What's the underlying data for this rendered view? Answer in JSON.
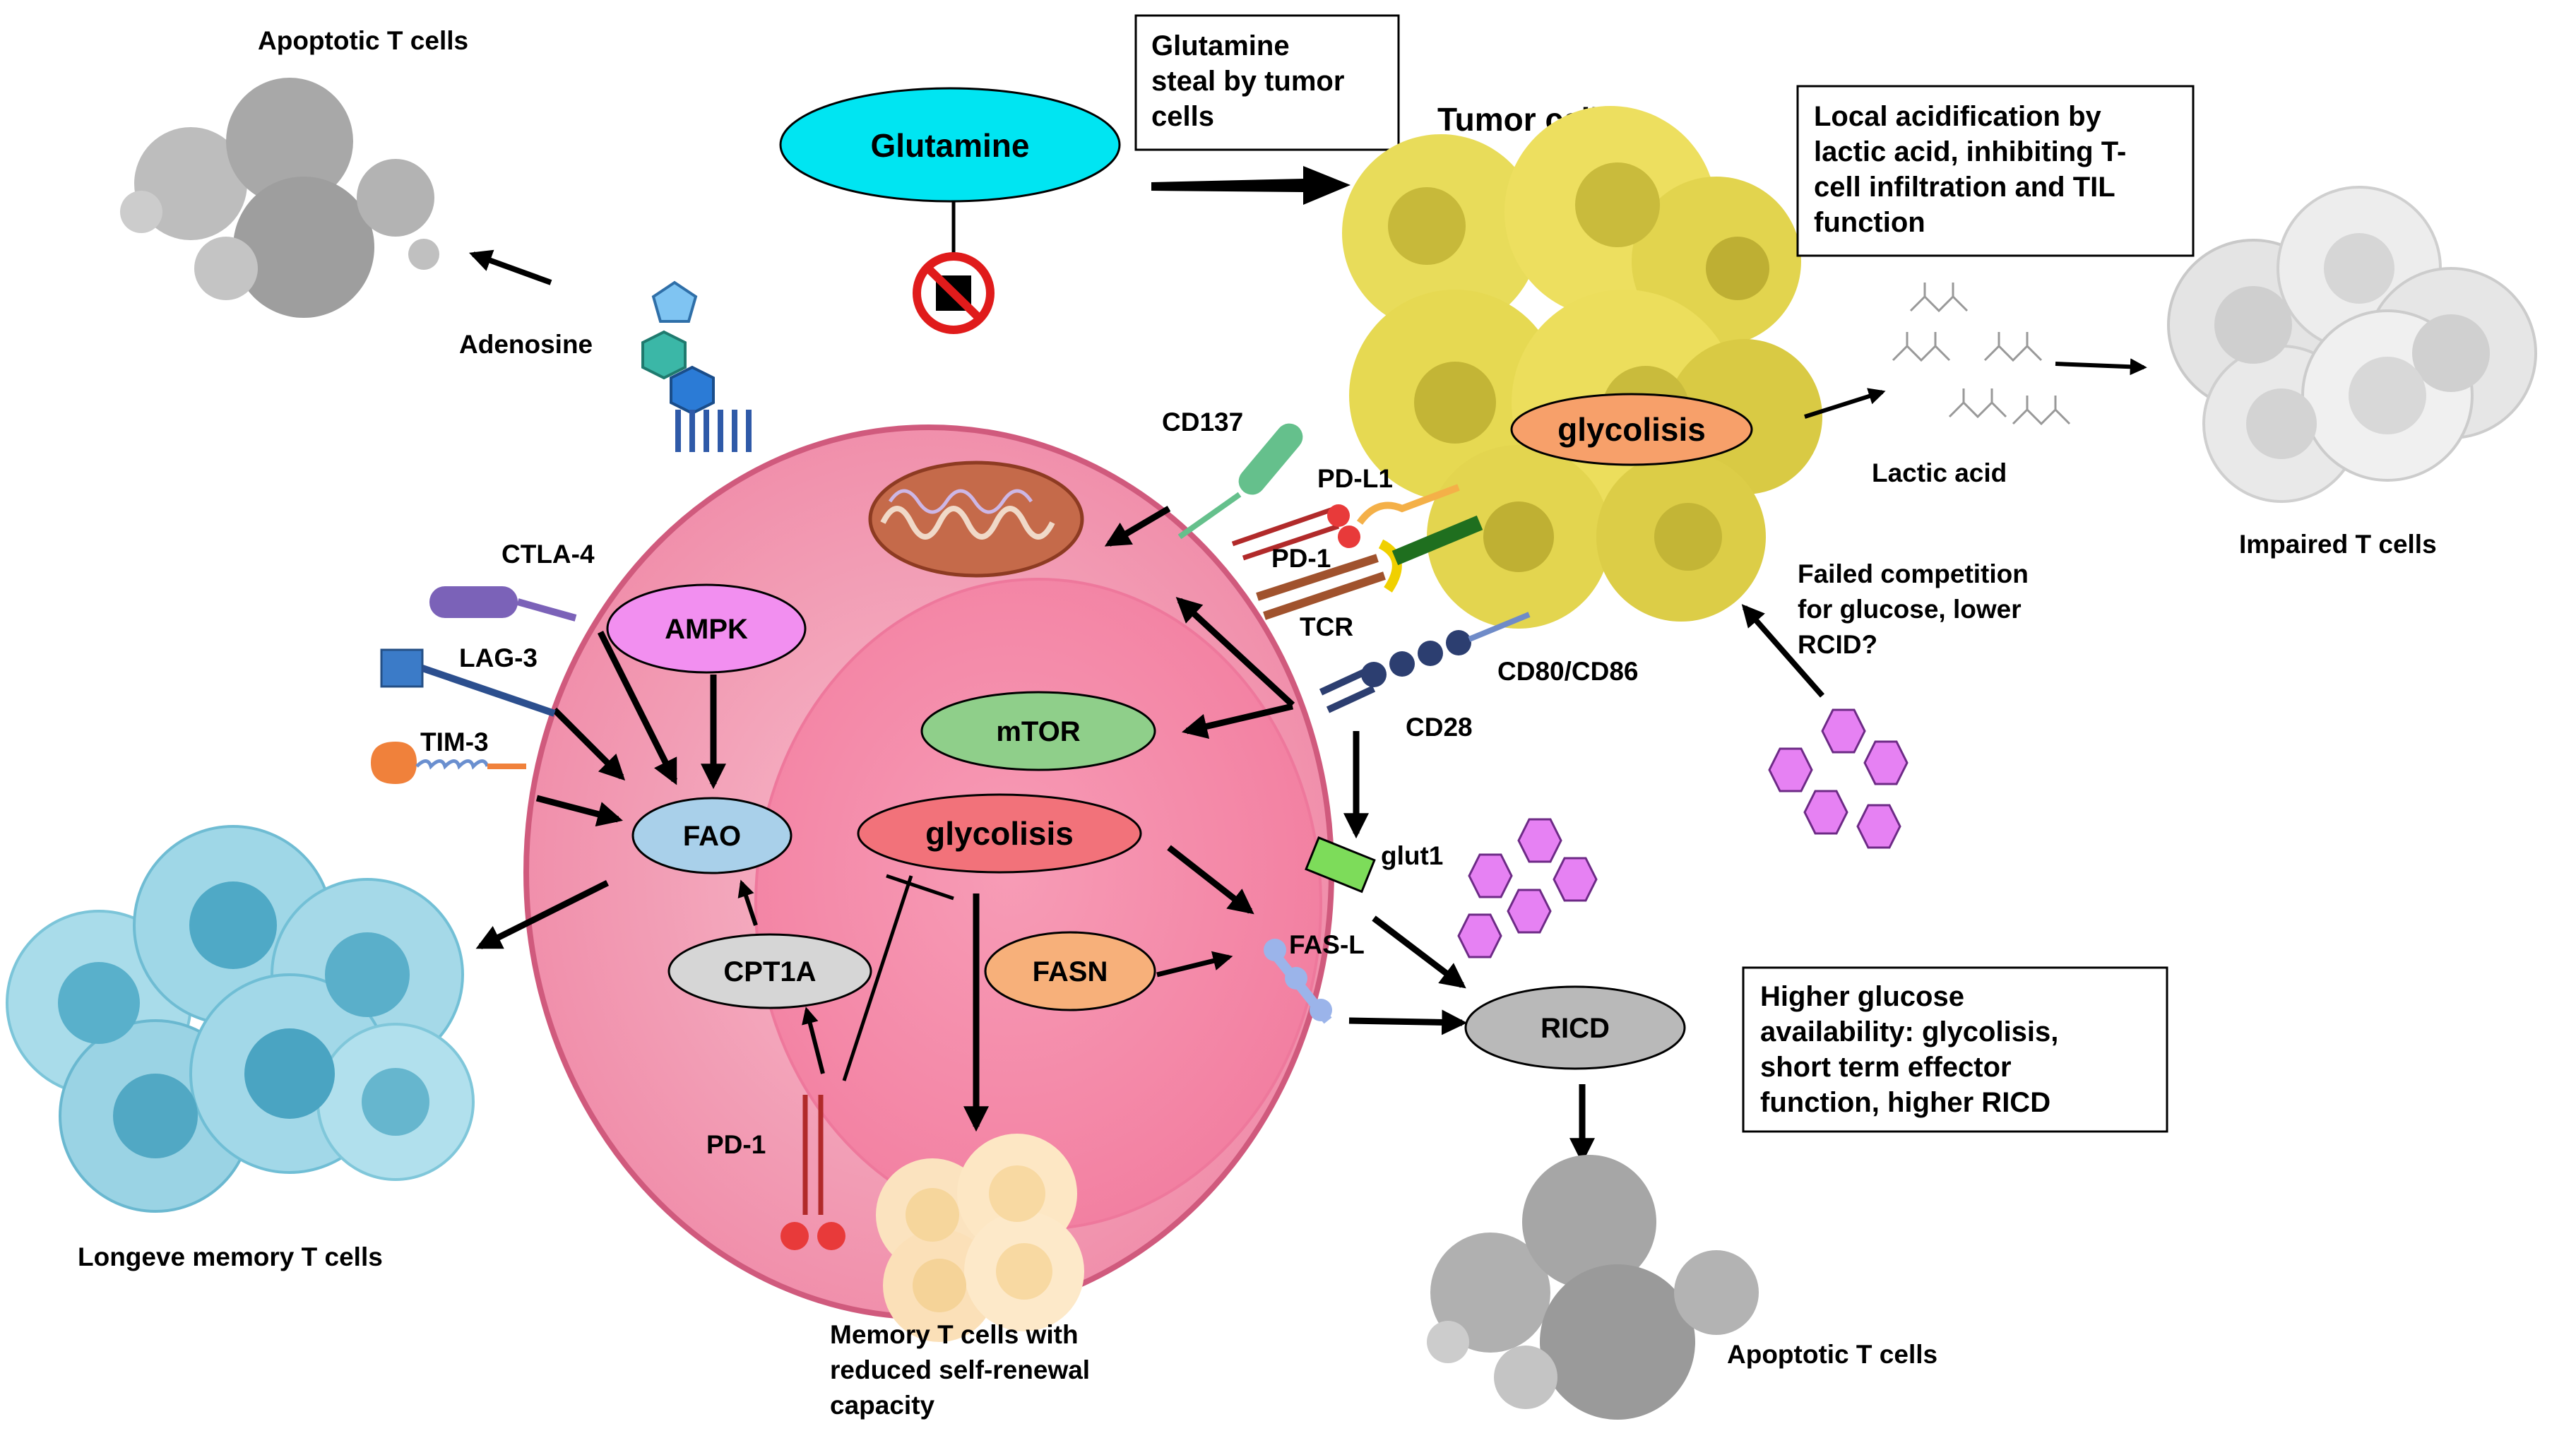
{
  "labels": {
    "apoptotic_top": "Apoptotic T cells",
    "apoptotic_bottom": "Apoptotic T cells",
    "tumor_cells": "Tumor cells",
    "impaired": "Impaired T cells",
    "longeve": "Longeve memory T cells",
    "memory_reduced": [
      "Memory T cells with",
      "reduced self-renewal",
      "capacity"
    ],
    "adenosine": "Adenosine",
    "ctla4": "CTLA-4",
    "lag3": "LAG-3",
    "tim3": "TIM-3",
    "cd137": "CD137",
    "pdl1": "PD-L1",
    "pd1_top": "PD-1",
    "tcr": "TCR",
    "cd80": "CD80/CD86",
    "cd28": "CD28",
    "glut1": "glut1",
    "fasl": "FAS-L",
    "pd1_bottom": "PD-1",
    "lactic": "Lactic acid",
    "failed": [
      "Failed competition",
      "for glucose, lower",
      "RCID?"
    ]
  },
  "nodes": {
    "glutamine": "Glutamine",
    "ampk": "AMPK",
    "fao": "FAO",
    "cpt1a": "CPT1A",
    "mtor": "mTOR",
    "glyco_cell": "glycolisis",
    "fasn": "FASN",
    "glyco_tumor": "glycolisis",
    "ricd": "RICD"
  },
  "boxes": {
    "glutamine_steal": [
      "Glutamine",
      "steal by tumor",
      "cells"
    ],
    "acidification": [
      "Local acidification by",
      "lactic acid, inhibiting T-",
      "cell infiltration and TIL",
      "function"
    ],
    "higher_glucose": [
      "Higher glucose",
      "availability: glycolisis,",
      "short term effector",
      "function, higher RICD"
    ]
  },
  "colors": {
    "glutamine": "#00e5f2",
    "ampk": "#f28ff0",
    "fao": "#a9d0ea",
    "cpt1a": "#d6d6d6",
    "mtor": "#8fcf8a",
    "glyco_cell": "#f2727a",
    "fasn": "#f7b07a",
    "glyco_tumor": "#f7a06a",
    "ricd": "#b9b9b9",
    "t_cell_outer": "#f4a9bd",
    "t_cell_inner": "#f489a8",
    "glucose": "#e681f3",
    "tumor": "#e8dc5a",
    "memory_cluster": "#7ec7d9",
    "apoptotic": "#a3a3a3",
    "impaired": "#dcdcdc"
  }
}
